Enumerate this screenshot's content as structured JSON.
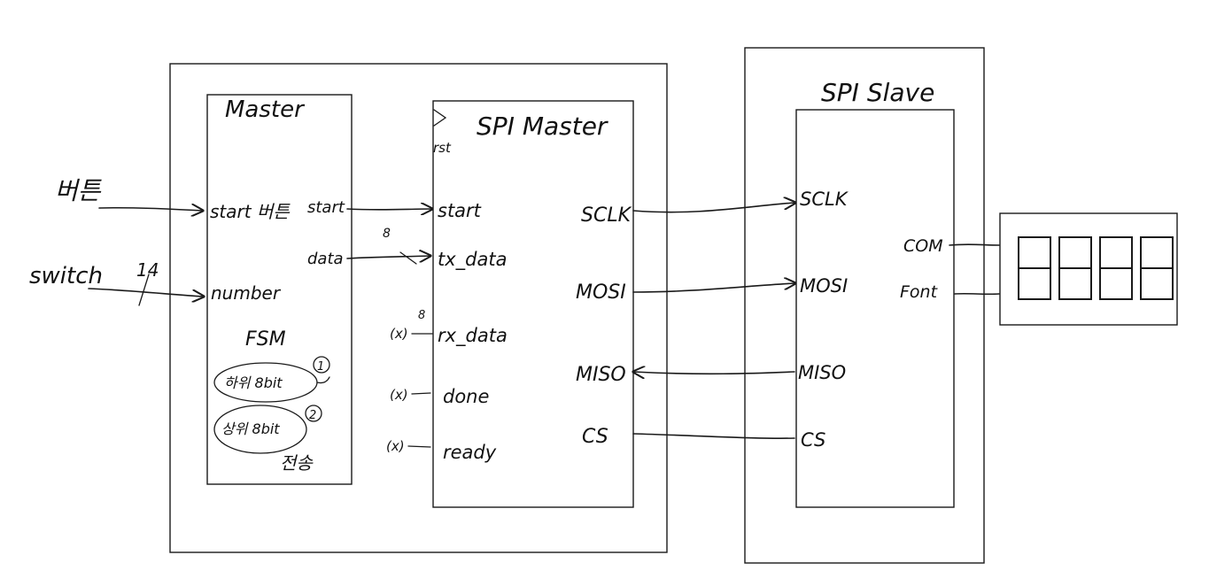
{
  "inputs": {
    "button": "버튼",
    "switch": "switch",
    "switch_width": "14"
  },
  "master": {
    "title": "Master",
    "ports_in": [
      "start 버튼",
      "number"
    ],
    "ports_out": [
      "start",
      "data"
    ],
    "fsm_label": "FSM",
    "fsm_states": [
      {
        "label": "하위 8bit",
        "marker": "1"
      },
      {
        "label": "상위 8bit",
        "marker": "2"
      }
    ],
    "fsm_note": "전송",
    "data_width": "8"
  },
  "spi_master": {
    "title": "SPI Master",
    "rst_label": "rst",
    "ports_in": [
      "start",
      "tx_data",
      "rx_data",
      "done",
      "ready"
    ],
    "unused_marks": [
      "(x)",
      "(x)",
      "(x)"
    ],
    "rx_width": "8",
    "ports_out": [
      "SCLK",
      "MOSI",
      "MISO",
      "CS"
    ]
  },
  "spi_slave": {
    "title": "SPI Slave",
    "ports_in": [
      "SCLK",
      "MOSI",
      "MISO",
      "CS"
    ],
    "ports_out": [
      "COM",
      "Font"
    ]
  },
  "display": {
    "digits": 4,
    "digit_glyph": "日"
  }
}
